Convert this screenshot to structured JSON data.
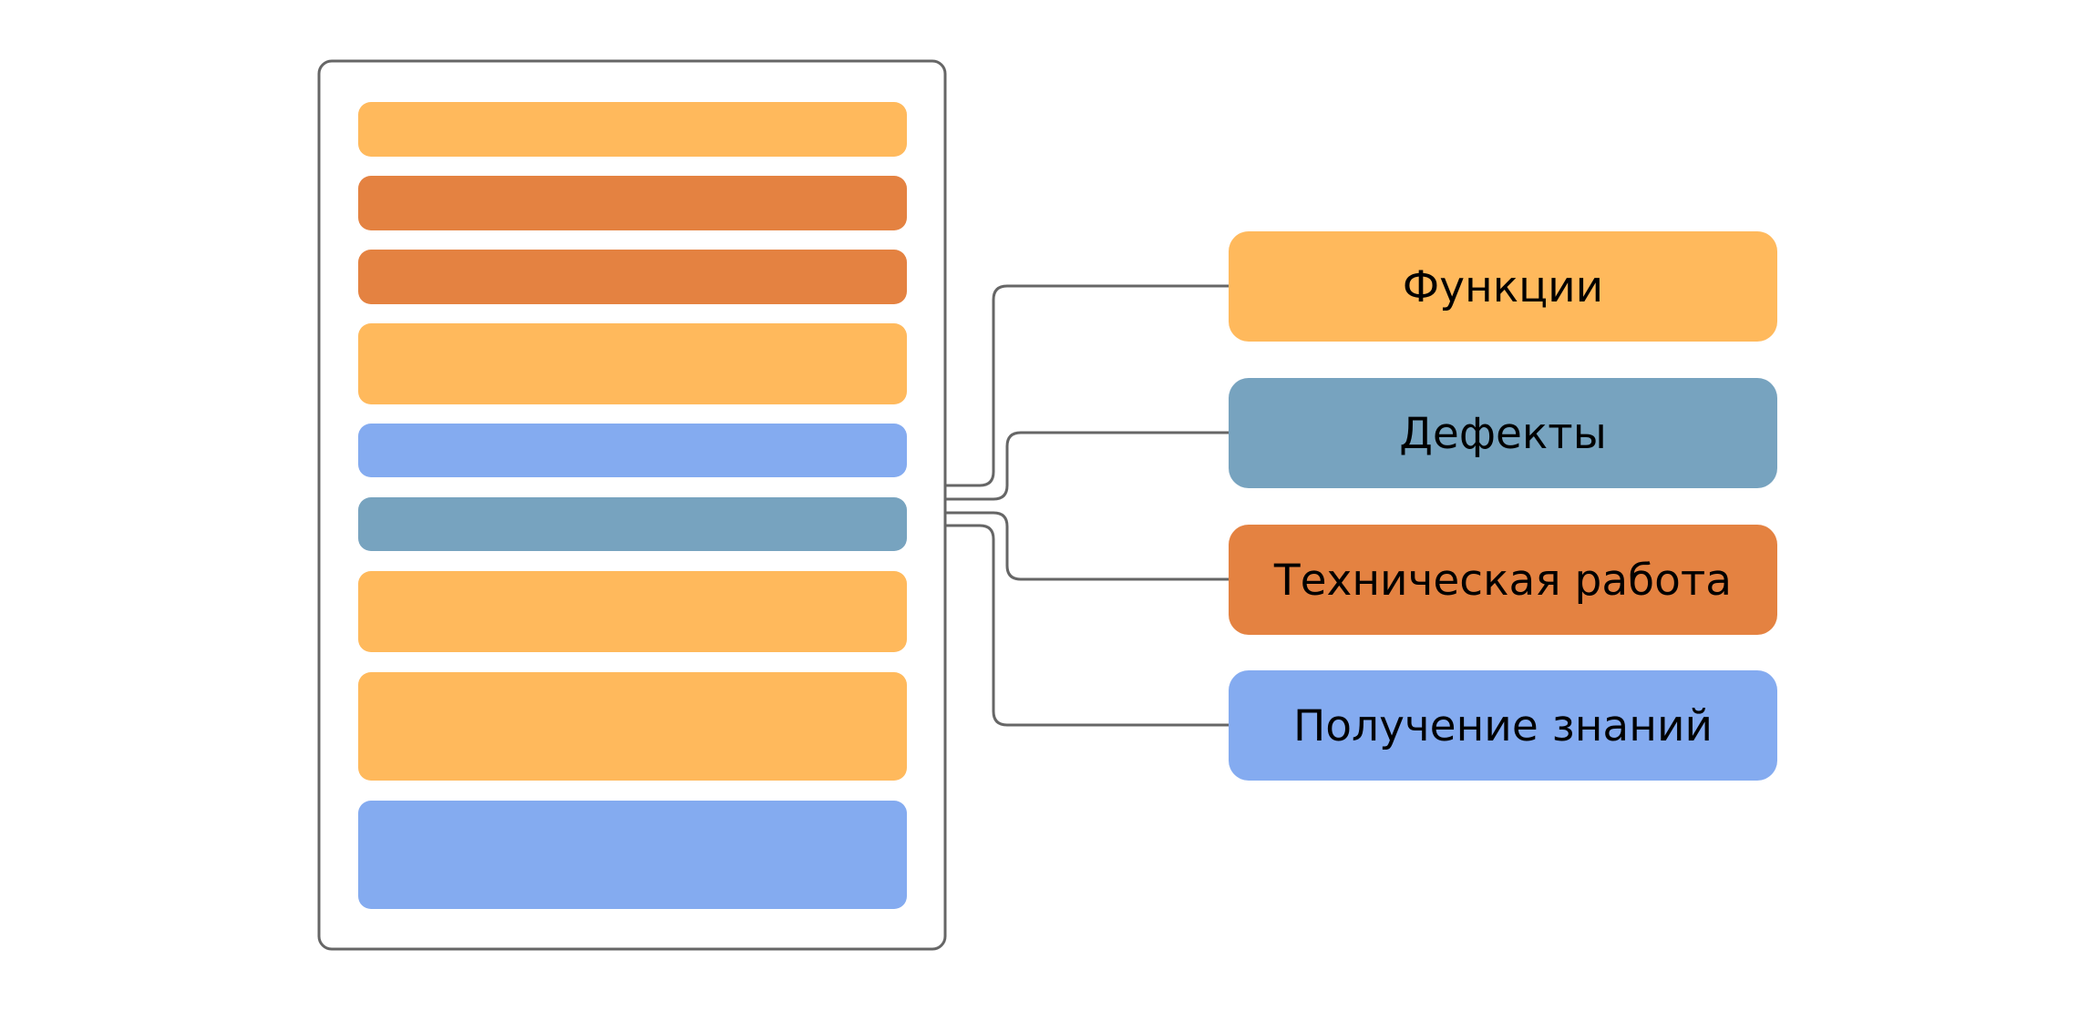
{
  "colors": {
    "functions": "#FFB95C",
    "defects": "#77A3BF",
    "technical_work": "#E48241",
    "knowledge": "#84ABF0",
    "container_stroke": "#666666",
    "connector": "#666666"
  },
  "backlog": {
    "items": [
      {
        "category": "functions"
      },
      {
        "category": "technical_work"
      },
      {
        "category": "technical_work"
      },
      {
        "category": "functions"
      },
      {
        "category": "knowledge"
      },
      {
        "category": "defects"
      },
      {
        "category": "functions"
      },
      {
        "category": "functions"
      },
      {
        "category": "knowledge"
      }
    ]
  },
  "legend": {
    "items": [
      {
        "key": "functions",
        "label": "Функции"
      },
      {
        "key": "defects",
        "label": "Дефекты"
      },
      {
        "key": "technical_work",
        "label": "Техническая работа"
      },
      {
        "key": "knowledge",
        "label": "Получение знаний"
      }
    ]
  }
}
